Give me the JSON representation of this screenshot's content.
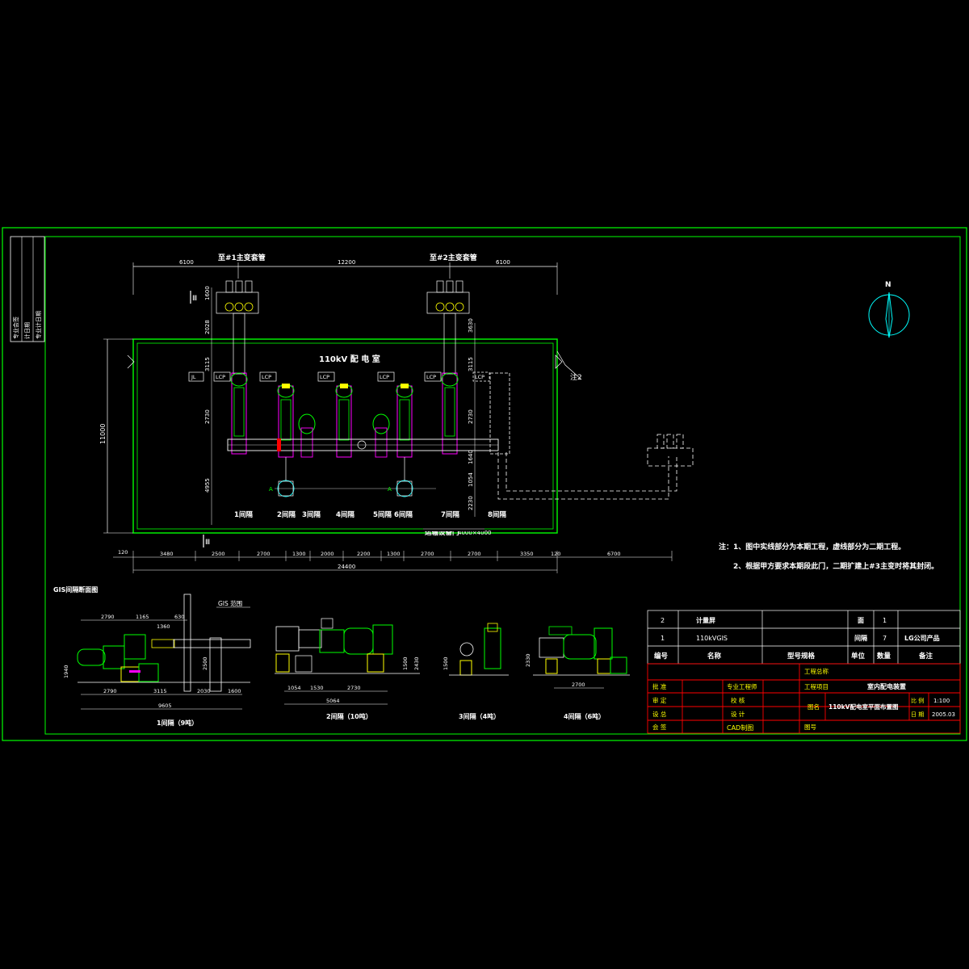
{
  "colors": {
    "background": "#000000",
    "frame": "#00ff00",
    "white": "#ffffff",
    "yellow": "#ffff00",
    "magenta": "#ff00ff",
    "cyan": "#00ffff",
    "red": "#ff0000"
  },
  "side_strip": [
    "专业会签",
    "计日期",
    "专业计日期"
  ],
  "plan": {
    "top_labels": {
      "left": "至#1主变套管",
      "right": "至#2主变套管"
    },
    "top_dims": [
      "6100",
      "12200",
      "6100"
    ],
    "room_label": "110kV 配 电 室",
    "section_marks": {
      "top_left": "Ⅲ",
      "bottom_left": "Ⅲ"
    },
    "note_label": "注2",
    "cabinet_tags": [
      "JL",
      "LCP",
      "LCP",
      "LCP",
      "LCP",
      "LCP",
      "LCP"
    ],
    "bay_labels": [
      "1间隔",
      "2间隔",
      "3间隔",
      "4间隔",
      "5间隔",
      "6间隔",
      "7间隔",
      "8间隔"
    ],
    "transport_door": "运输设备门",
    "door_dim": "4000×4000",
    "left_height": "11000",
    "left_dims": [
      "1600",
      "2028",
      "3115",
      "2730",
      "4955"
    ],
    "right_dims": [
      "3630",
      "3115",
      "2730",
      "1640",
      "1054",
      "2230"
    ],
    "bottom_dims": [
      "120",
      "3480",
      "2500",
      "2700",
      "1300",
      "2000",
      "2200",
      "1300",
      "2700",
      "2700",
      "3350",
      "120",
      "6700"
    ],
    "total_width": "24400",
    "compass_label": "N"
  },
  "notes": [
    "注：1、图中实线部分为本期工程，虚线部分为二期工程。",
    "2、根据甲方要求本期段此门，二期扩建上#3主变时将其封闭。"
  ],
  "sections": {
    "title": "GIS间隔断面图",
    "gis_range": "GIS 范围",
    "s1": {
      "title": "1间隔（9吨）",
      "dims_top": [
        "2790",
        "1165",
        "1360",
        "630"
      ],
      "dims_bottom": [
        "2790",
        "3115",
        "2030",
        "1600"
      ],
      "total": "9605",
      "height": "1940",
      "height2": "2500"
    },
    "s2": {
      "title": "2间隔（10吨）",
      "dims": [
        "1054",
        "1530",
        "2730"
      ],
      "total": "5064",
      "height": "1500",
      "height2": "2430"
    },
    "s3": {
      "title": "3间隔（4吨）",
      "height": "1500"
    },
    "s4": {
      "title": "4间隔（6吨）",
      "width": "2700",
      "height": "2330"
    }
  },
  "parts_table": {
    "rows": [
      {
        "no": "2",
        "name": "计量屏",
        "model": "",
        "unit": "面",
        "qty": "1",
        "remark": ""
      },
      {
        "no": "1",
        "name": "110kVGIS",
        "model": "",
        "unit": "间隔",
        "qty": "7",
        "remark": "LG公司产品"
      }
    ],
    "header": {
      "no": "编号",
      "name": "名称",
      "model": "型号规格",
      "unit": "单位",
      "qty": "数量",
      "remark": "备注"
    }
  },
  "title_block": {
    "project_total": "工程总称",
    "project_item": "工程项目",
    "project_value": "室内配电装置",
    "drawing_name_label": "图名",
    "drawing_name_value": "110kV配电室平面布置图",
    "scale_label": "比 例",
    "scale_value": "1:100",
    "date_label": "日 期",
    "date_value": "2005.03",
    "drawing_no_label": "图号",
    "roles": [
      "批 准",
      "审 定",
      "设 总",
      "会 签"
    ],
    "mid": [
      "专业工程师",
      "校 核",
      "设 计",
      "CAD制图"
    ]
  }
}
